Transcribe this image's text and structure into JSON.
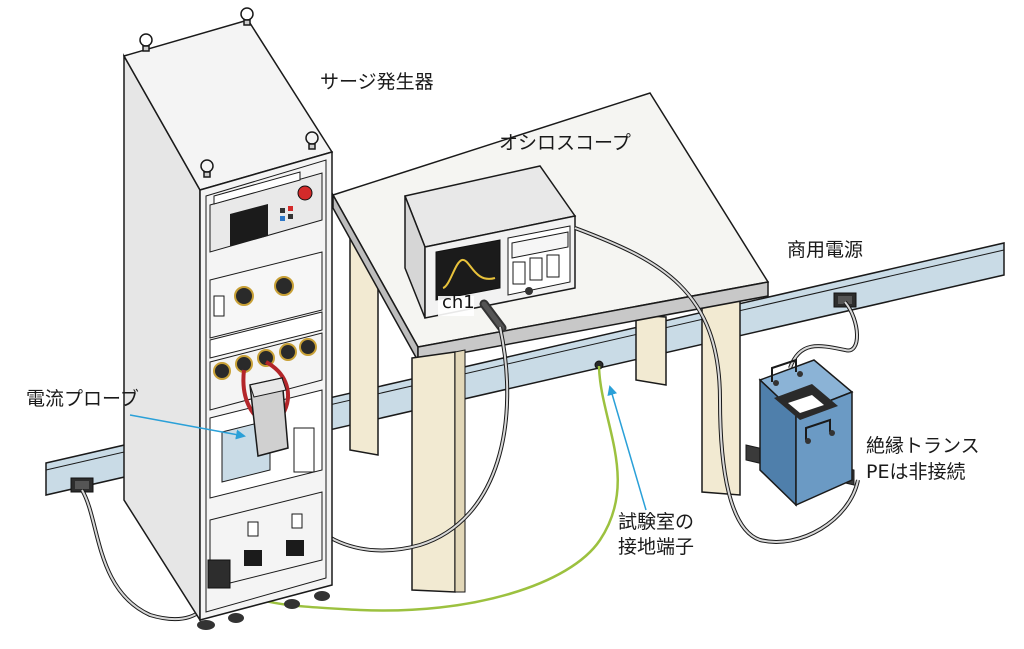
{
  "labels": {
    "surge_generator": "サージ発生器",
    "oscilloscope": "オシロスコープ",
    "commercial_power": "商用電源",
    "current_probe": "電流プローブ",
    "ground_terminal_line1": "試験室の",
    "ground_terminal_line2": "接地端子",
    "isolation_transformer_line1": "絶縁トランス",
    "isolation_transformer_line2": "PEは非接続",
    "scope_channel": "ch1"
  },
  "colors": {
    "background": "#ffffff",
    "outline": "#1a1a1a",
    "rack_body": "#f4f4f4",
    "rack_side": "#e6e6e6",
    "table_top": "#f5f5f2",
    "table_edge": "#bdbdbd",
    "table_legs": "#f2ead2",
    "wall_duct": "#c9dbe6",
    "scope_screen": "#1b1b1b",
    "scope_trace": "#e8c23b",
    "cable_gray": "#d8d8d8",
    "ground_wire": "#9cc13f",
    "probe_cable_red": "#b3262a",
    "transformer_body": "#6b9ac4",
    "transformer_base": "#3a3a3a",
    "pointer_arrow": "#2aa0d8"
  }
}
